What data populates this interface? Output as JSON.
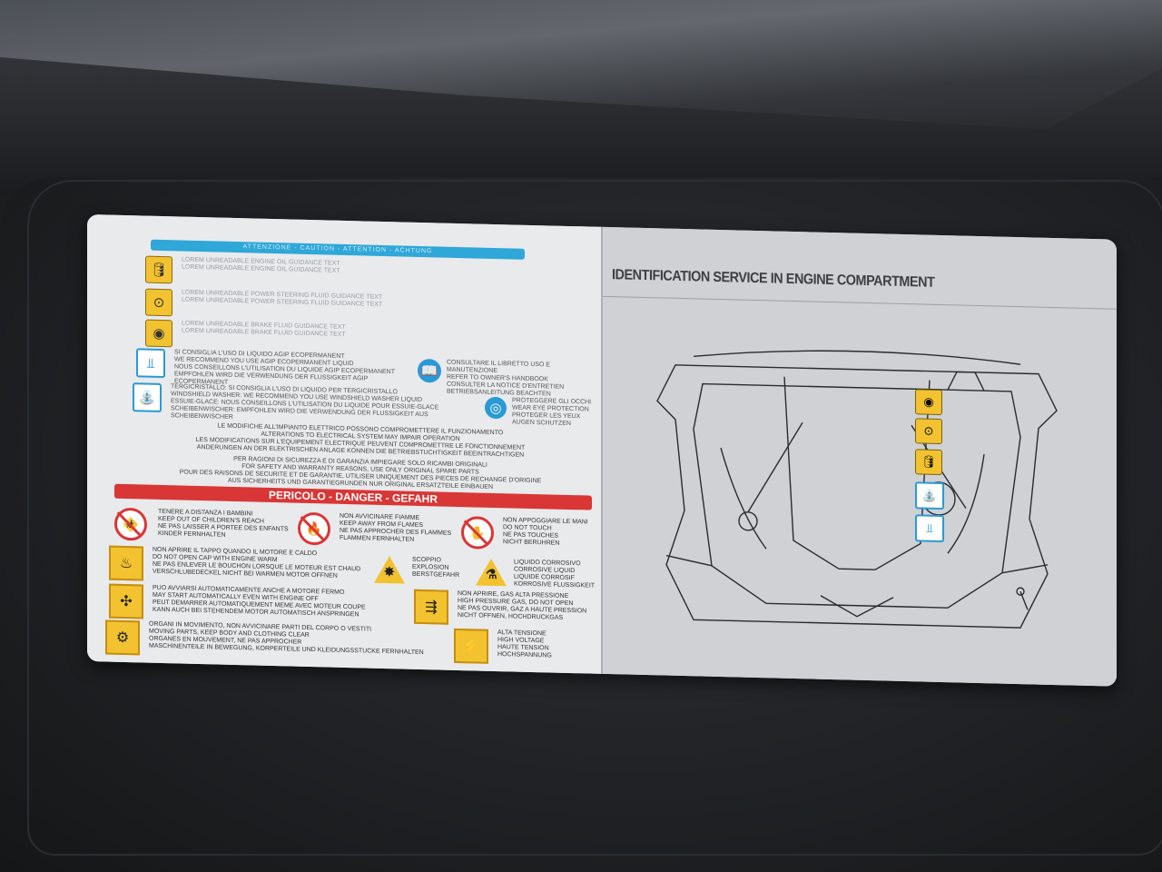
{
  "caution_header": "ATTENZIONE - CAUTION - ATTENTION - ACHTUNG",
  "caution_rows": [
    {
      "icon": "oil-can-icon",
      "style": "yellow",
      "glyph": "🛢",
      "text": "Lorem unreadable engine oil guidance text\nlorem unreadable engine oil guidance text"
    },
    {
      "icon": "steering-fluid-icon",
      "style": "yellow",
      "glyph": "⊙",
      "text": "Lorem unreadable power steering fluid guidance text\nlorem unreadable power steering fluid guidance text"
    },
    {
      "icon": "brake-fluid-icon",
      "style": "yellow",
      "glyph": "◉",
      "text": "Lorem unreadable brake fluid guidance text\nlorem unreadable brake fluid guidance text"
    },
    {
      "icon": "coolant-icon",
      "style": "blue",
      "glyph": "⫫",
      "text": "Si consiglia l'uso di liquido AGIP ecopermanent\nWe recommend you use AGIP ecopermanent liquid\nNous conseillons l'utilisation du liquide AGIP ecopermanent\nEmpfohlen wird die verwendung der flussigkeit AGIP ecopermanent"
    },
    {
      "icon": "washer-fluid-icon",
      "style": "blue",
      "glyph": "⛲",
      "text": "Tergicristallo: si consiglia l'uso di liquido per tergicristallo\nWindshield washer: we recommend you use windshield washer liquid\nEssuie-glace: nous conseillons l'utilisation du liquide pour essuie-glace\nScheibenwischer: empfohlen wird die verwendung der flussigkeit aus scheibenwischer"
    }
  ],
  "manual_note": "Consultare il libretto uso e manutenzione\nRefer to owner's handbook\nConsulter la notice d'entretien\nBetriebsanleitung beachten",
  "eye_note": "Proteggere gli occhi\nWear eye protection\nProteger les yeux\nAugen schutzen",
  "electrical_note": "Le modifiche all'impianto elettrico possono compromettere il funzionamento\nAlterations to electrical system may impair operation\nLes modifications sur l'equipement electrique peuvent compromettre le fonctionnement\nAnderungen an der elektrischen anlage konnen die betriebstuchtigkeit beeintrachtigen",
  "parts_note": "Per ragioni di sicurezza e di garanzia impiegare solo ricambi originali\nFor safety and warranty reasons, use only original spare parts\nPour des raisons de securite et de garantie, utiliser uniquement des pieces de rechange d'origine\nAus sicherheits und garantiegrunden nur original ersatzteile einbauen",
  "danger_header": "PERICOLO - DANGER - GEFAHR",
  "danger_top": [
    {
      "icon": "keep-children-away-icon",
      "glyph": "🚸",
      "text": "Tenere a distanza i bambini\nKeep out of children's reach\nNe pas laisser a portee des enfants\nKinder fernhalten"
    },
    {
      "icon": "no-flames-icon",
      "glyph": "🔥",
      "text": "Non avvicinare fiamme\nKeep away from flames\nNe pas approcher des flammes\nFlammen fernhalten"
    },
    {
      "icon": "do-not-touch-icon",
      "glyph": "✋",
      "text": "Non appoggiare le mani\nDo not touch\nNe pas touches\nNicht beruhren"
    }
  ],
  "danger_rows": [
    {
      "icon": "hot-cap-icon",
      "glyph": "♨",
      "text": "Non aprire il tappo quando il motore e caldo\nDo not open cap with engine warm\nNe pas enlever le bouchon lorsque le moteur est chaud\nVerschlubedeckel nicht bei warmen motor offnen"
    },
    {
      "icon": "auto-start-fan-icon",
      "glyph": "✣",
      "text": "Puo avviarsi automaticamente anche a motore fermo\nMay start automatically even with engine off\nPeut demarrer automatiquement meme avec moteur coupe\nKann auch bei stehendem motor automatisch anspringen"
    },
    {
      "icon": "moving-parts-icon",
      "glyph": "⚙",
      "text": "Organi in movimento, non avvicinare parti del corpo o vestiti\nMoving parts, keep body and clothing clear\nOrganes en mouvement, ne pas approcher\nMaschinenteile in bewegung, korperteile und kleidungsstucke fernhalten"
    }
  ],
  "explosion_note": "Scoppio\nExplosion\nBerstgefahr",
  "corrosive_note": "Liquido corrosivo\nCorrosive liquid\nLiquide corrosif\nKorrosive flussigkeit",
  "pressure_note": "Non aprire, gas alta pressione\nHigh pressure gas, do not open\nNe pas ouvrir, gaz a haute pression\nNicht offnen, hochdruckgas",
  "voltage_note": "Alta tensione\nHigh voltage\nHaute tension\nHochspannung",
  "right_title": "IDENTIFICATION SERVICE IN ENGINE COMPARTMENT",
  "colors": {
    "caution_blue": "#2fa7d8",
    "danger_red": "#d93636",
    "warning_yellow": "#f2c230"
  }
}
